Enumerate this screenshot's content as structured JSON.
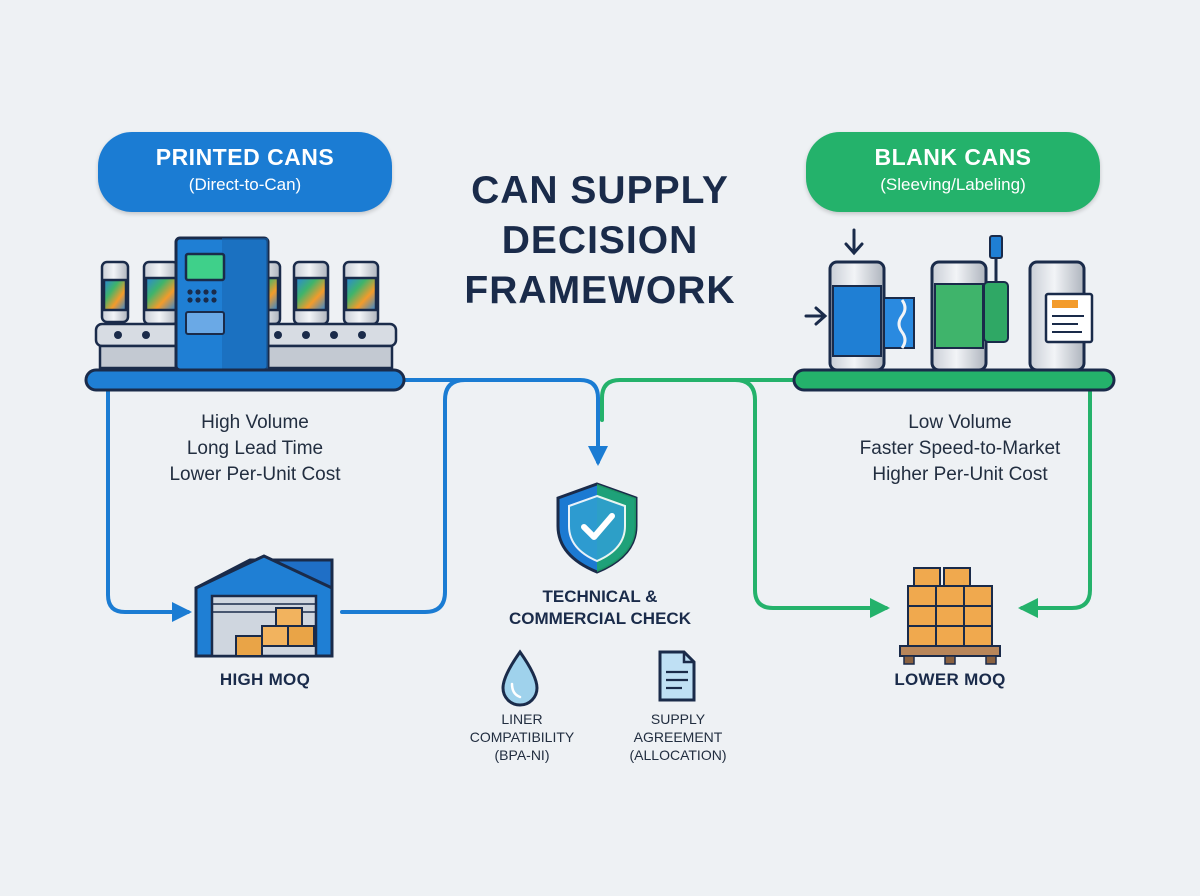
{
  "title": {
    "line1": "CAN SUPPLY",
    "line2": "DECISION",
    "line3": "FRAMEWORK"
  },
  "printed": {
    "heading": "PRINTED CANS",
    "subheading": "(Direct-to-Can)",
    "traits": [
      "High Volume",
      "Long Lead Time",
      "Lower Per-Unit Cost"
    ],
    "moq": "HIGH MOQ"
  },
  "blank": {
    "heading": "BLANK CANS",
    "subheading": "(Sleeving/Labeling)",
    "traits": [
      "Low Volume",
      "Faster Speed-to-Market",
      "Higher Per-Unit Cost"
    ],
    "moq": "LOWER MOQ"
  },
  "check": {
    "line1": "TECHNICAL &",
    "line2": "COMMERCIAL CHECK",
    "liner": [
      "LINER",
      "COMPATIBILITY",
      "(BPA-NI)"
    ],
    "supply": [
      "SUPPLY",
      "AGREEMENT",
      "(ALLOCATION)"
    ]
  },
  "colors": {
    "blue": "#1b7cd3",
    "green": "#24b26b",
    "navy": "#1a2b4a",
    "background": "#eef1f4"
  },
  "icons": [
    "printer-machine-icon",
    "sleeving-machine-icon",
    "shield-check-icon",
    "warehouse-icon",
    "pallet-boxes-icon",
    "droplet-icon",
    "document-icon"
  ]
}
